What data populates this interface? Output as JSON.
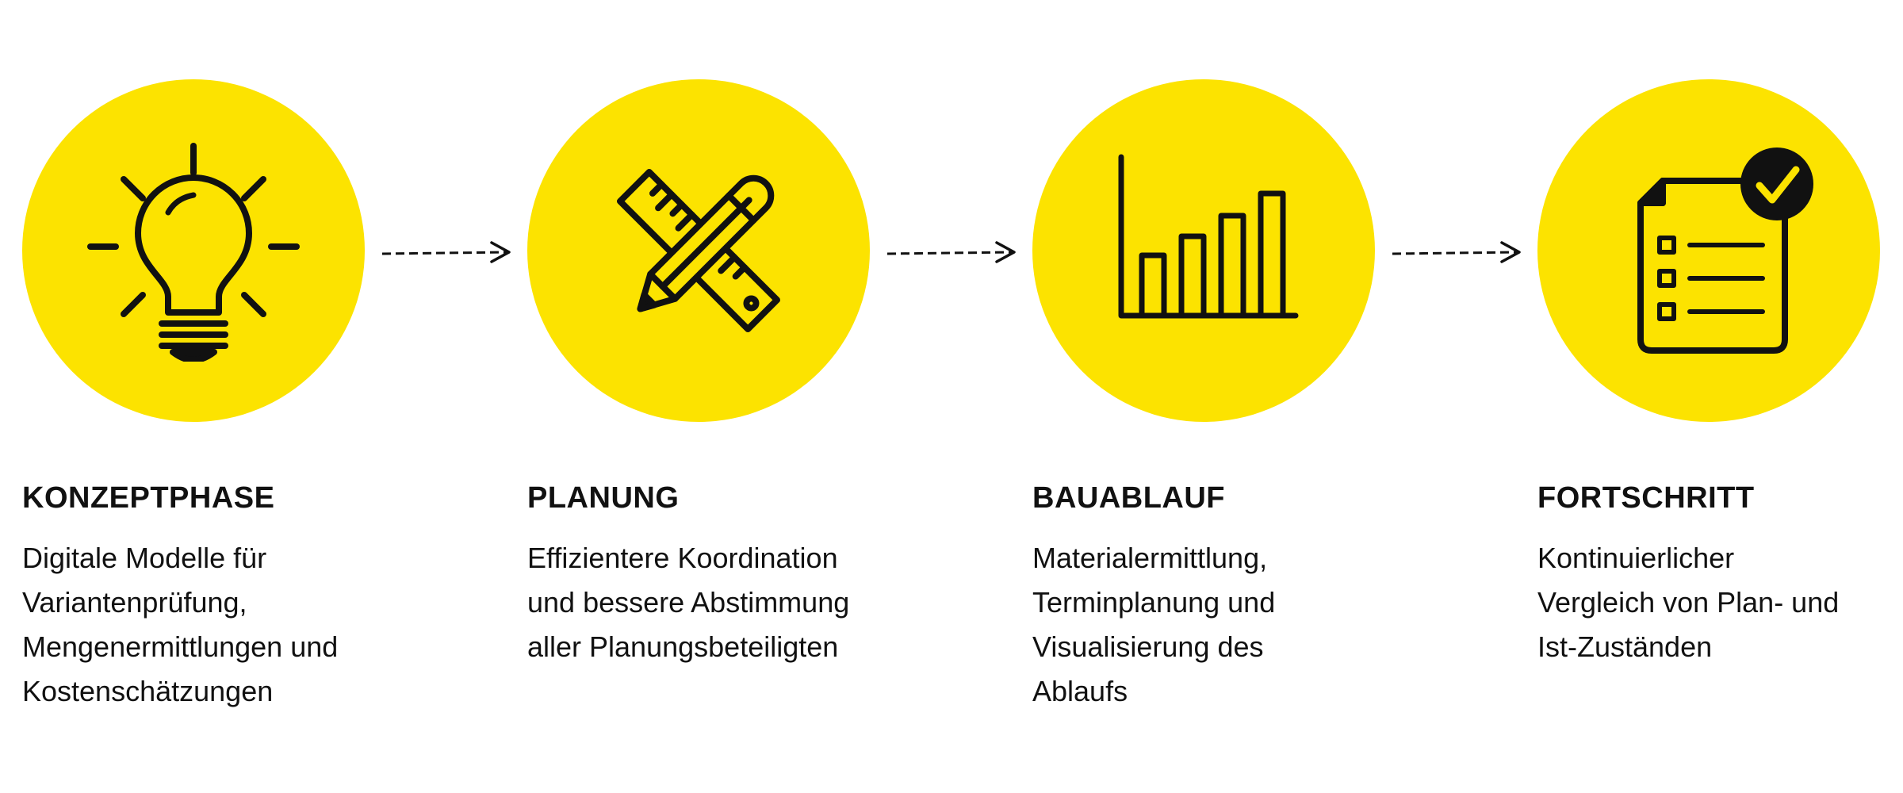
{
  "steps": [
    {
      "title": "KONZEPTPHASE",
      "icon": "lightbulb-icon",
      "description": [
        "Digitale Modelle für",
        "Variantenprüfung,",
        "Mengenermittlungen und",
        "Kostenschätzungen"
      ]
    },
    {
      "title": "PLANUNG",
      "icon": "pencil-ruler-icon",
      "description": [
        "Effizientere Koordination",
        "und bessere Abstimmung",
        "aller Planungsbeteiligten"
      ]
    },
    {
      "title": "BAUABLAUF",
      "icon": "bar-chart-icon",
      "description": [
        "Materialermittlung,",
        "Terminplanung und",
        "Visualisierung des",
        "Ablaufs"
      ]
    },
    {
      "title": "FORTSCHRITT",
      "icon": "checklist-icon",
      "description": [
        "Kontinuierlicher",
        "Vergleich von Plan- und",
        "Ist-Zuständen"
      ]
    }
  ],
  "colors": {
    "circle": "#fce300",
    "icon": "#111111",
    "text": "#111111"
  }
}
